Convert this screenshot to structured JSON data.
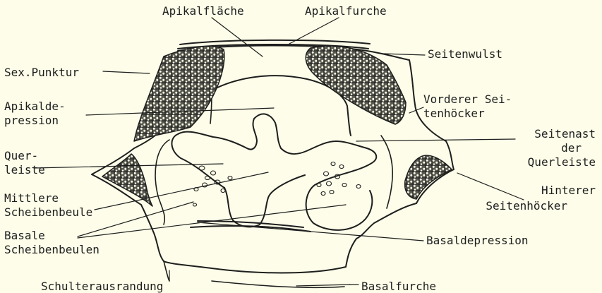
{
  "labels": {
    "apikalflaeche": "Apikalfläche",
    "apikalfurche": "Apikalfurche",
    "seitenwulst": "Seitenwulst",
    "sex_punktur": "Sex.Punktur",
    "vorderer_seitenhoecker_1": "Vorderer Sei-",
    "vorderer_seitenhoecker_2": "tenhöcker",
    "apikaldepression_1": "Apikalde-",
    "apikaldepression_2": "pression",
    "seitenast_1": "Seitenast",
    "seitenast_2": "der",
    "seitenast_3": "Querleiste",
    "querleiste_1": "Quer-",
    "querleiste_2": "leiste",
    "mittlere_scheibenbeule_1": "Mittlere",
    "mittlere_scheibenbeule_2": "Scheibenbeule",
    "hinterer_seitenhoecker_1": "Hinterer",
    "hinterer_seitenhoecker_2": "Seitenhöcker",
    "basale_scheibenbeulen_1": "Basale",
    "basale_scheibenbeulen_2": "Scheibenbeulen",
    "basaldepression": "Basaldepression",
    "schulterausrandung": "Schulterausrandung",
    "basalfurche": "Basalfurche"
  },
  "colors": {
    "ink": "#1e1e1e",
    "paper": "#fdfde9"
  }
}
